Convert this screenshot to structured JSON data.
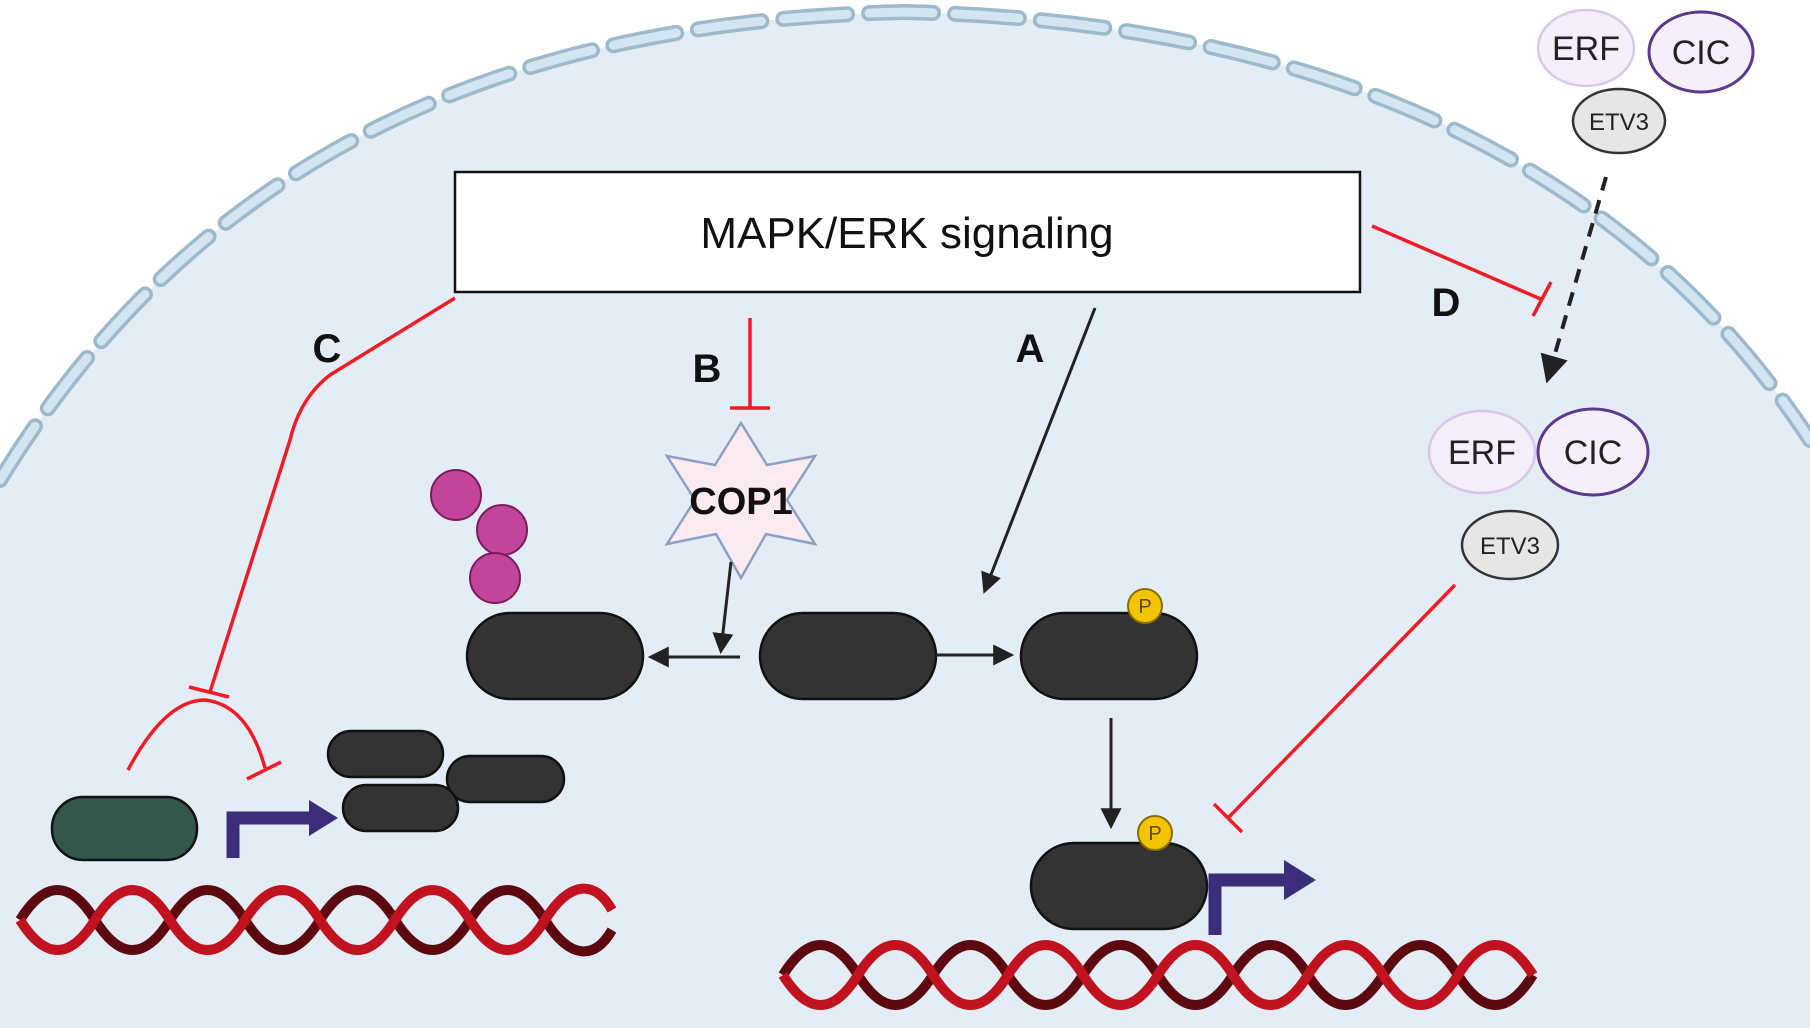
{
  "signaling_box": {
    "label": "MAPK/ERK signaling"
  },
  "pathway_labels": {
    "a": "A",
    "b": "B",
    "c": "C",
    "d": "D"
  },
  "cop1": {
    "label": "COP1"
  },
  "phospho": {
    "label": "P"
  },
  "repressors_cytoplasm": {
    "erf": "ERF",
    "cic": "CIC",
    "etv3": "ETV3"
  },
  "repressors_nucleus": {
    "erf": "ERF",
    "cic": "CIC",
    "etv3": "ETV3"
  },
  "colors": {
    "nucleus_fill": "#e4edf6",
    "envelope": "#b8cfde",
    "activation_arrow": "#222222",
    "inhibition_arrow": "#ee1c25",
    "protein_dark": "#333333",
    "protein_green": "#33574a",
    "ubiquitin": "#c2449b",
    "phosphate": "#f5c400",
    "promoter_arrow": "#3b2d7a",
    "dna_strand_a": "#c1121f",
    "dna_strand_b": "#5c0a0f",
    "erf_circle": "#d9c8ea",
    "cic_circle": "#5b3a8e",
    "etv3_fill": "#e6e6e6"
  }
}
